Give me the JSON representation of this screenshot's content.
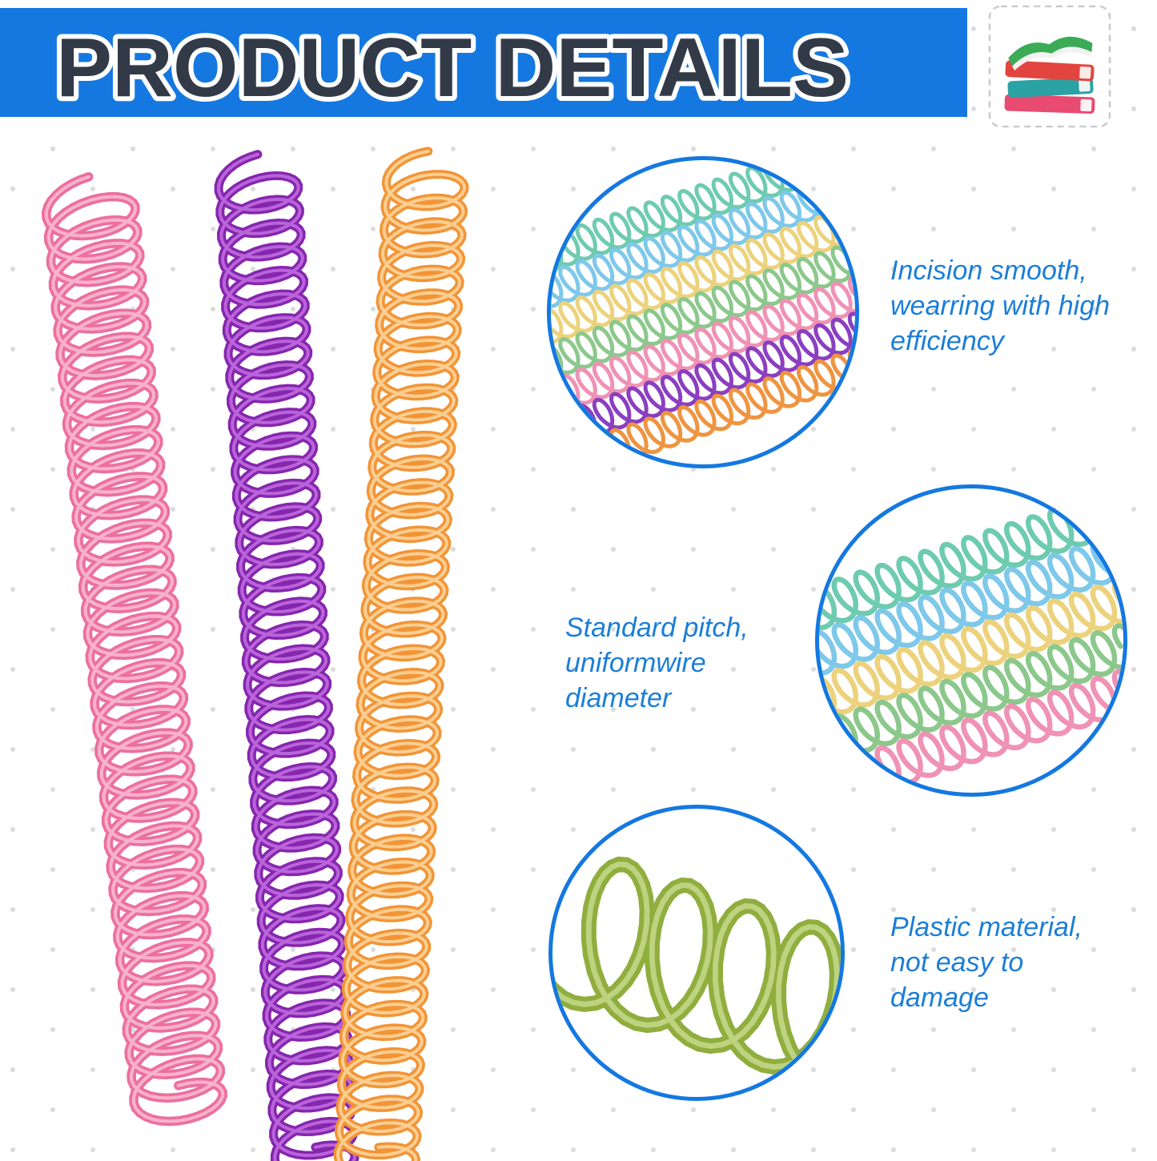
{
  "page": {
    "background": "#ffffff",
    "dot_color": "#dcdcdc"
  },
  "header": {
    "title": "PRODUCT DETAILS",
    "bar_color": "#1478e0",
    "title_color": "#333a47",
    "title_outline": "#ffffff"
  },
  "icons": {
    "books_stack": "books-stack-icon"
  },
  "annotations": {
    "incision": {
      "lines": [
        "Incision smooth,",
        "wearring with high",
        "efficiency"
      ]
    },
    "pitch": {
      "lines": [
        "Standard pitch,",
        "uniformwire",
        "diameter"
      ]
    },
    "material": {
      "lines": [
        "Plastic material,",
        "not easy to",
        "damage"
      ]
    }
  },
  "annotation_color": "#1b7ed8",
  "circle_border_color": "#1478e0",
  "coils": {
    "main": [
      {
        "name": "pink",
        "color": "#ec6f9e",
        "highlight": "#f8b9ce"
      },
      {
        "name": "purple",
        "color": "#8526ad",
        "highlight": "#c06ce0"
      },
      {
        "name": "orange",
        "color": "#f29436",
        "highlight": "#fbd49b"
      }
    ],
    "circle_top": [
      "#6ecbb0",
      "#7ec8ea",
      "#ecd27c",
      "#8cc88c",
      "#ef92b4",
      "#8b3fc0",
      "#ef9440"
    ],
    "circle_middle": [
      "#6ecbb0",
      "#7ec8ea",
      "#ecd27c",
      "#8cc88c",
      "#ef92b4"
    ],
    "circle_bottom": [
      "#8fae3e"
    ],
    "circle_bottom_highlight": "#c3d787"
  }
}
